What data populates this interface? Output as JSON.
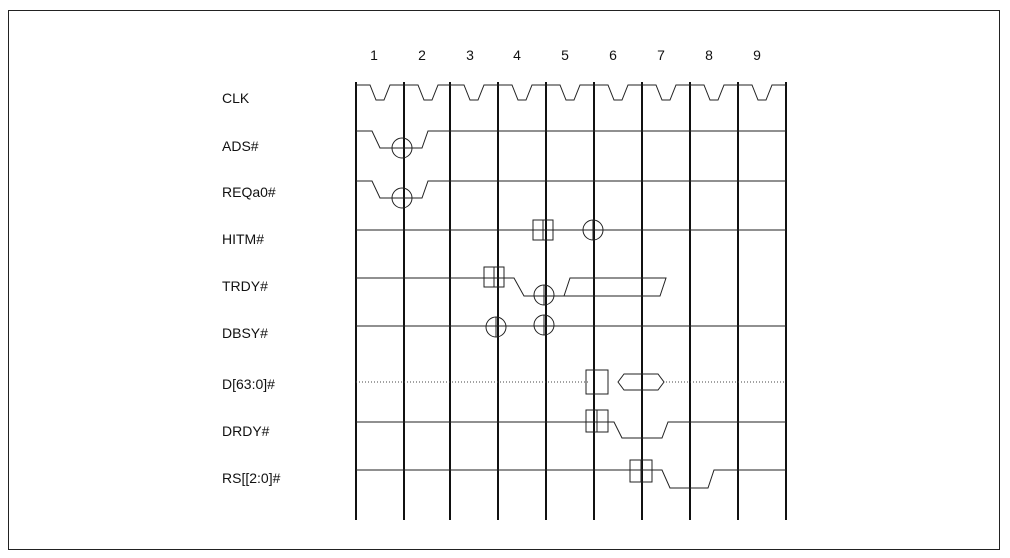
{
  "clock_numbers": [
    "1",
    "2",
    "3",
    "4",
    "5",
    "6",
    "7",
    "8",
    "9"
  ],
  "signals": [
    {
      "id": "clk",
      "label": "CLK"
    },
    {
      "id": "ads",
      "label": "ADS#"
    },
    {
      "id": "reqa0",
      "label": "REQa0#"
    },
    {
      "id": "hitm",
      "label": "HITM#"
    },
    {
      "id": "trdy",
      "label": "TRDY#"
    },
    {
      "id": "dbsy",
      "label": "DBSY#"
    },
    {
      "id": "data",
      "label": "D[63:0]#"
    },
    {
      "id": "drdy",
      "label": "DRDY#"
    },
    {
      "id": "rs",
      "label": "RS[[2:0]#"
    }
  ]
}
